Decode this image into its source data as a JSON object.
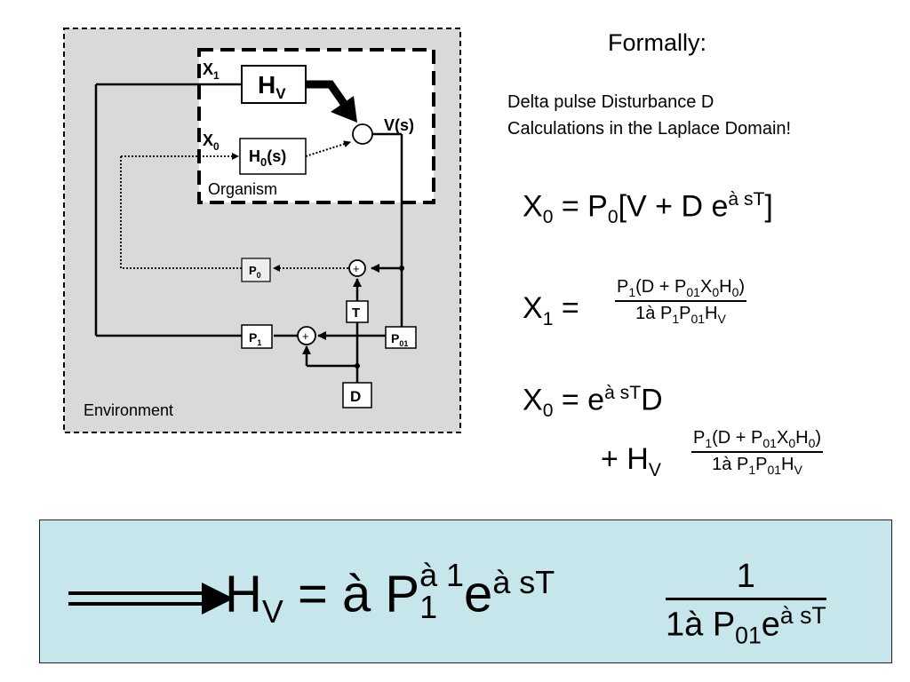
{
  "diagram": {
    "h_v": "H",
    "h_v_sub": "V",
    "h_0": "H",
    "h_0_sub": "0",
    "h_0_arg": "(s)",
    "x1": "X",
    "x1_sub": "1",
    "x0": "X",
    "x0_sub": "0",
    "v_s": "V(s)",
    "organism": "Organism",
    "environment": "Environment",
    "p0": "P",
    "p0_sub": "0",
    "p1": "P",
    "p1_sub": "1",
    "p01": "P",
    "p01_sub": "01",
    "t": "T",
    "d": "D",
    "plus": "+"
  },
  "text": {
    "title": "Formally:",
    "line1": "Delta pulse Disturbance D",
    "line2": "Calculations in the Laplace Domain!"
  },
  "eq1": {
    "lhs": "X",
    "lhs_sub": "0",
    "eq": " = ",
    "p": "P",
    "p_sub": "0",
    "body": "[V + D e",
    "exp": "à sT",
    "close": "]"
  },
  "eq2": {
    "lhs": "X",
    "lhs_sub": "1",
    "eq": " = ",
    "num_a": "P",
    "num_a_sub": "1",
    "num_b": "(D + P",
    "num_b_sub": "01",
    "num_c": "X",
    "num_c_sub": "0",
    "num_d": "H",
    "num_d_sub": "0",
    "num_e": ")",
    "den_a": "1à P",
    "den_a_sub": "1",
    "den_b": "P",
    "den_b_sub": "01",
    "den_c": "H",
    "den_c_sub": "V"
  },
  "eq3": {
    "lhs": "X",
    "lhs_sub": "0",
    "eq": " = ",
    "e": "e",
    "exp": "à sT",
    "d": "D",
    "plus": "+ H",
    "plus_sub": "V",
    "num_a": "P",
    "num_a_sub": "1",
    "num_b": "(D + P",
    "num_b_sub": "01",
    "num_c": "X",
    "num_c_sub": "0",
    "num_d": "H",
    "num_d_sub": "0",
    "num_e": ")",
    "den_a": "1à P",
    "den_a_sub": "1",
    "den_b": "P",
    "den_b_sub": "01",
    "den_c": "H",
    "den_c_sub": "V"
  },
  "result": {
    "arrow": "⟹",
    "lhs": "H",
    "lhs_sub": "V",
    "eq": " = ",
    "neg": "à",
    "p": "P",
    "p_sup": "à 1",
    "p_sub": "1",
    "e": "e",
    "e_exp": "à sT",
    "num": "1",
    "den_a": "1à P",
    "den_a_sub": "01",
    "den_b": "e",
    "den_b_sup": "à sT"
  },
  "colors": {
    "environment_bg": "#d9d9d9",
    "result_bg": "#c6e6ec"
  }
}
